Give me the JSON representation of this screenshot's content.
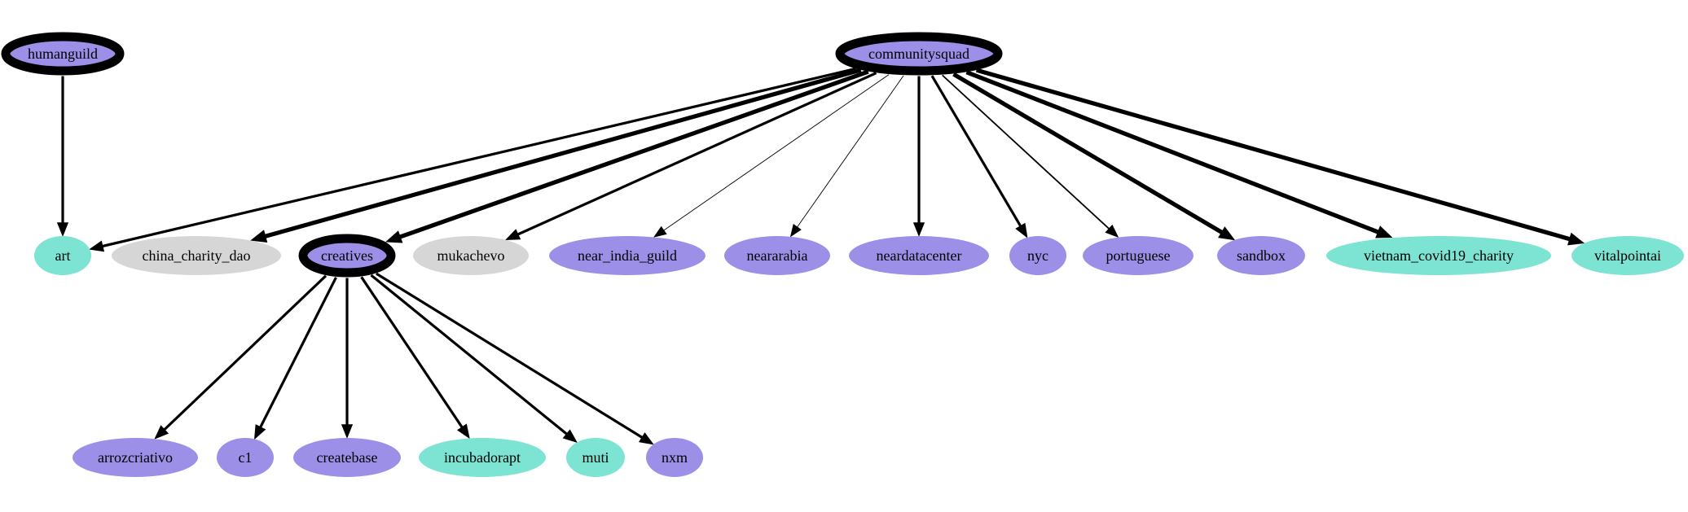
{
  "colors": {
    "purple": "#9b8fe8",
    "teal": "#7de3d2",
    "gray": "#d6d6d6",
    "edge": "#000000"
  },
  "nodes": [
    {
      "id": "humanguild",
      "label": "humanguild",
      "fill": "purple",
      "emphasized": true
    },
    {
      "id": "communitysquad",
      "label": "communitysquad",
      "fill": "purple",
      "emphasized": true
    },
    {
      "id": "art",
      "label": "art",
      "fill": "teal",
      "emphasized": false
    },
    {
      "id": "china_charity_dao",
      "label": "china_charity_dao",
      "fill": "gray",
      "emphasized": false
    },
    {
      "id": "creatives",
      "label": "creatives",
      "fill": "purple",
      "emphasized": true
    },
    {
      "id": "mukachevo",
      "label": "mukachevo",
      "fill": "gray",
      "emphasized": false
    },
    {
      "id": "near_india_guild",
      "label": "near_india_guild",
      "fill": "purple",
      "emphasized": false
    },
    {
      "id": "neararabia",
      "label": "neararabia",
      "fill": "purple",
      "emphasized": false
    },
    {
      "id": "neardatacenter",
      "label": "neardatacenter",
      "fill": "purple",
      "emphasized": false
    },
    {
      "id": "nyc",
      "label": "nyc",
      "fill": "purple",
      "emphasized": false
    },
    {
      "id": "portuguese",
      "label": "portuguese",
      "fill": "purple",
      "emphasized": false
    },
    {
      "id": "sandbox",
      "label": "sandbox",
      "fill": "purple",
      "emphasized": false
    },
    {
      "id": "vietnam_covid19_charity",
      "label": "vietnam_covid19_charity",
      "fill": "teal",
      "emphasized": false
    },
    {
      "id": "vitalpointai",
      "label": "vitalpointai",
      "fill": "teal",
      "emphasized": false
    },
    {
      "id": "arrozcriativo",
      "label": "arrozcriativo",
      "fill": "purple",
      "emphasized": false
    },
    {
      "id": "c1",
      "label": "c1",
      "fill": "purple",
      "emphasized": false
    },
    {
      "id": "createbase",
      "label": "createbase",
      "fill": "purple",
      "emphasized": false
    },
    {
      "id": "incubadorapt",
      "label": "incubadorapt",
      "fill": "teal",
      "emphasized": false
    },
    {
      "id": "muti",
      "label": "muti",
      "fill": "teal",
      "emphasized": false
    },
    {
      "id": "nxm",
      "label": "nxm",
      "fill": "purple",
      "emphasized": false
    }
  ],
  "edges": [
    {
      "from": "humanguild",
      "to": "art",
      "weight": "medium"
    },
    {
      "from": "communitysquad",
      "to": "art",
      "weight": "medium"
    },
    {
      "from": "communitysquad",
      "to": "china_charity_dao",
      "weight": "heavy"
    },
    {
      "from": "communitysquad",
      "to": "creatives",
      "weight": "heavy"
    },
    {
      "from": "communitysquad",
      "to": "mukachevo",
      "weight": "medium"
    },
    {
      "from": "communitysquad",
      "to": "near_india_guild",
      "weight": "thin"
    },
    {
      "from": "communitysquad",
      "to": "neararabia",
      "weight": "thin"
    },
    {
      "from": "communitysquad",
      "to": "neardatacenter",
      "weight": "medium"
    },
    {
      "from": "communitysquad",
      "to": "nyc",
      "weight": "medium"
    },
    {
      "from": "communitysquad",
      "to": "portuguese",
      "weight": "light"
    },
    {
      "from": "communitysquad",
      "to": "sandbox",
      "weight": "heavy"
    },
    {
      "from": "communitysquad",
      "to": "vietnam_covid19_charity",
      "weight": "heavy"
    },
    {
      "from": "communitysquad",
      "to": "vitalpointai",
      "weight": "heavy"
    },
    {
      "from": "creatives",
      "to": "arrozcriativo",
      "weight": "medium"
    },
    {
      "from": "creatives",
      "to": "c1",
      "weight": "medium"
    },
    {
      "from": "creatives",
      "to": "createbase",
      "weight": "medium"
    },
    {
      "from": "creatives",
      "to": "incubadorapt",
      "weight": "medium"
    },
    {
      "from": "creatives",
      "to": "muti",
      "weight": "medium"
    },
    {
      "from": "creatives",
      "to": "nxm",
      "weight": "medium"
    }
  ]
}
